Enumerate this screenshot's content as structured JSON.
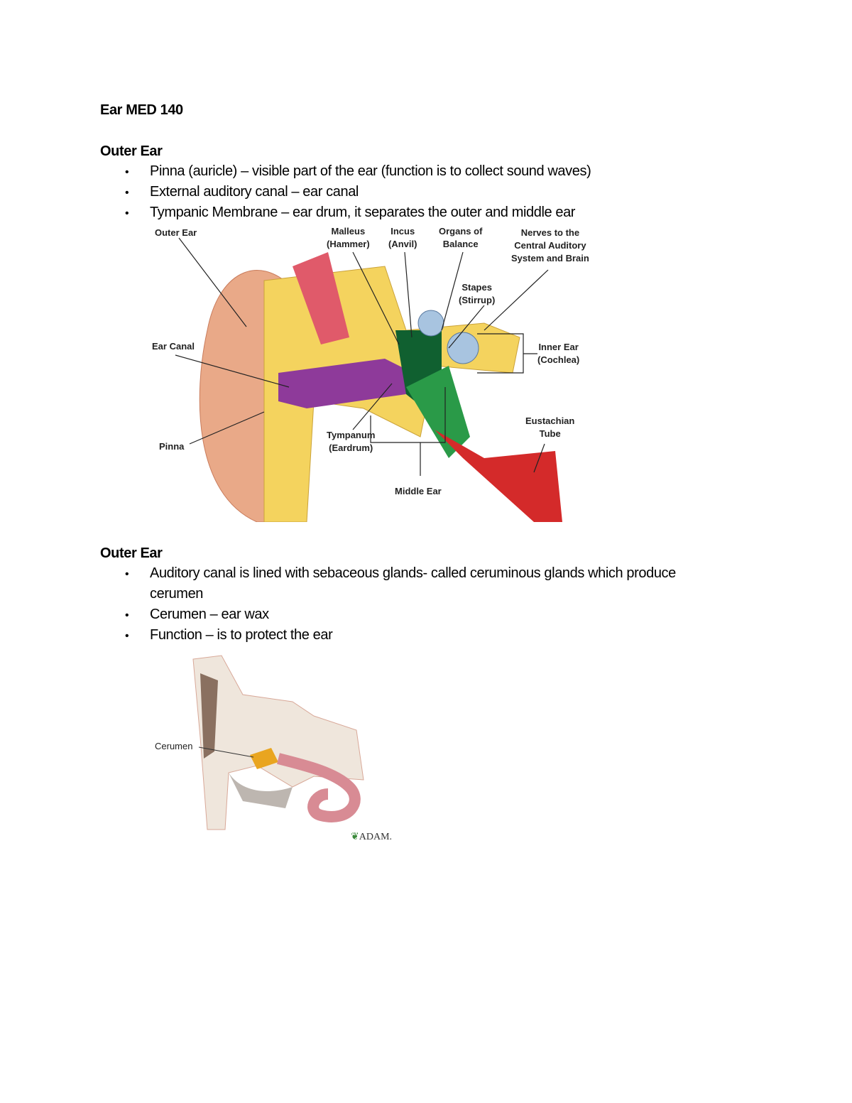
{
  "title": "Ear MED 140",
  "section1": {
    "heading": "Outer Ear",
    "bullets": [
      "Pinna (auricle) – visible part of the ear (function is to collect sound waves)",
      "External auditory canal –  ear canal",
      "Tympanic Membrane – ear drum, it separates the outer and middle ear"
    ]
  },
  "figure1": {
    "labels": {
      "outer_ear": "Outer Ear",
      "malleus": "Malleus",
      "malleus2": "(Hammer)",
      "incus": "Incus",
      "incus2": "(Anvil)",
      "balance": "Organs of",
      "balance2": "Balance",
      "nerves": "Nerves to the",
      "nerves2": "Central Auditory",
      "nerves3": "System and Brain",
      "stapes": "Stapes",
      "stapes2": "(Stirrup)",
      "ear_canal": "Ear Canal",
      "inner_ear": "Inner Ear",
      "inner_ear2": "(Cochlea)",
      "eustachian": "Eustachian",
      "eustachian2": "Tube",
      "tympanum": "Tympanum",
      "tympanum2": "(Eardrum)",
      "pinna": "Pinna",
      "middle_ear": "Middle Ear"
    }
  },
  "section2": {
    "heading": "Outer Ear",
    "bullets": [
      "Auditory canal is lined with sebaceous glands- called ceruminous glands which produce",
      "cerumen",
      "Cerumen – ear wax",
      "Function – is to protect the ear"
    ]
  },
  "figure2": {
    "label": "Cerumen",
    "credit": "ADAM."
  }
}
